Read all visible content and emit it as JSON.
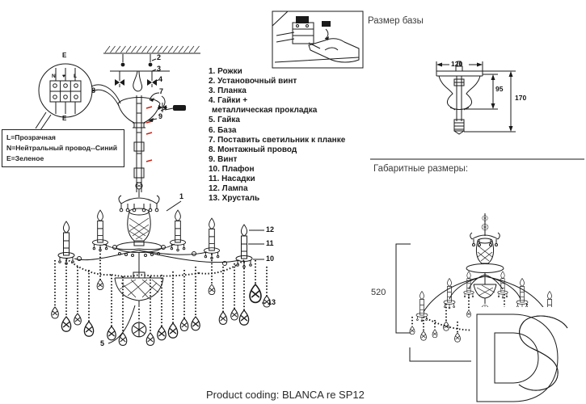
{
  "wiring_inset": {
    "terminal_top_label": "E",
    "terminal_bottom_label": "E",
    "terminal_n": "N",
    "terminal_heart": "♥",
    "terminal_l": "L",
    "callout_8": "8",
    "legend_lines": [
      "L=Прозрачная",
      "N=Нейтральный провод--Синий",
      "E=Зеленое"
    ]
  },
  "parts_list": {
    "lines": [
      "1. Рожки",
      "2. Установочный винт",
      "3. Планка",
      "4. Гайки +",
      "металлическая прокладка",
      "5. Гайка",
      "6. База",
      "7. Поставить светильник к планке",
      "8. Монтажный провод",
      "9. Винт",
      "10. Плафон",
      "11. Насадки",
      "12. Лампа",
      "13. Хрусталь"
    ]
  },
  "callouts": {
    "n1": "1",
    "n2": "2",
    "n3": "3",
    "n4": "4",
    "n5": "5",
    "n7": "7",
    "n9": "9",
    "n10": "10",
    "n11": "11",
    "n12": "12",
    "n13": "13"
  },
  "base_size": {
    "title": "Размер базы",
    "dim_width": "120",
    "dim_mid": "95",
    "dim_total": "170"
  },
  "overall_size": {
    "title": "Габаритные размеры:",
    "dim_height": "520"
  },
  "footer": {
    "product_coding": "Product coding: BLANCA re SP12"
  },
  "logo": {
    "letters": "DS",
    "color_d": "#EFC86B",
    "color_s": "#74B0E8",
    "color_outline": "#2a3550"
  }
}
